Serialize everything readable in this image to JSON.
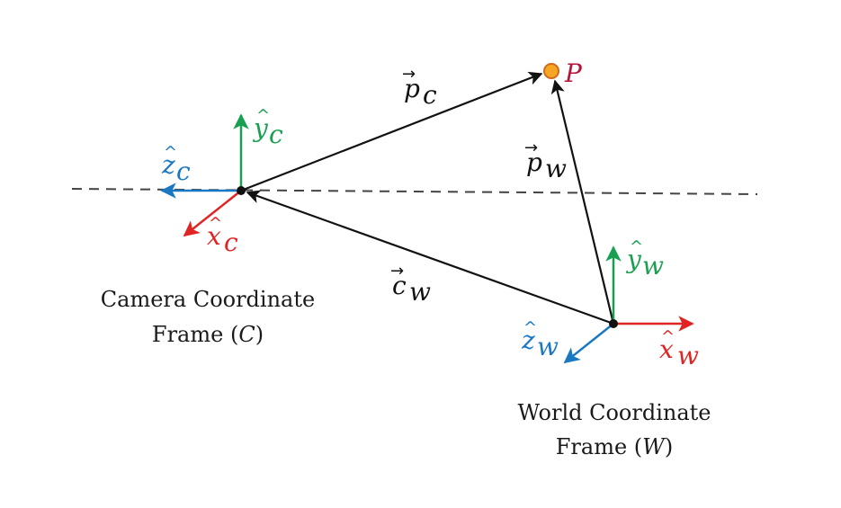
{
  "colors": {
    "red": "#e02424",
    "green": "#18a050",
    "blue": "#1a78c2",
    "black": "#111111",
    "point_fill": "#f5a623",
    "point_stroke": "#d2691e",
    "point_label": "#b5153a"
  },
  "point": {
    "label": "P"
  },
  "vectors": {
    "p_c": {
      "base": "p",
      "subscript": "c"
    },
    "p_w": {
      "base": "p",
      "subscript": "w"
    },
    "c_w": {
      "base": "c",
      "subscript": "w"
    }
  },
  "camera_frame": {
    "axis_y": {
      "base": "y",
      "subscript": "c"
    },
    "axis_z": {
      "base": "z",
      "subscript": "c"
    },
    "axis_x": {
      "base": "x",
      "subscript": "c"
    },
    "caption_line1": "Camera Coordinate",
    "caption_line2_prefix": "Frame (",
    "caption_symbol": "C",
    "caption_line2_suffix": ")"
  },
  "world_frame": {
    "axis_y": {
      "base": "y",
      "subscript": "w"
    },
    "axis_z": {
      "base": "z",
      "subscript": "w"
    },
    "axis_x": {
      "base": "x",
      "subscript": "w"
    },
    "caption_line1": "World Coordinate",
    "caption_line2_prefix": "Frame (",
    "caption_symbol": "W",
    "caption_line2_suffix": ")"
  },
  "symbols": {
    "hat": "^",
    "vec": "→"
  }
}
